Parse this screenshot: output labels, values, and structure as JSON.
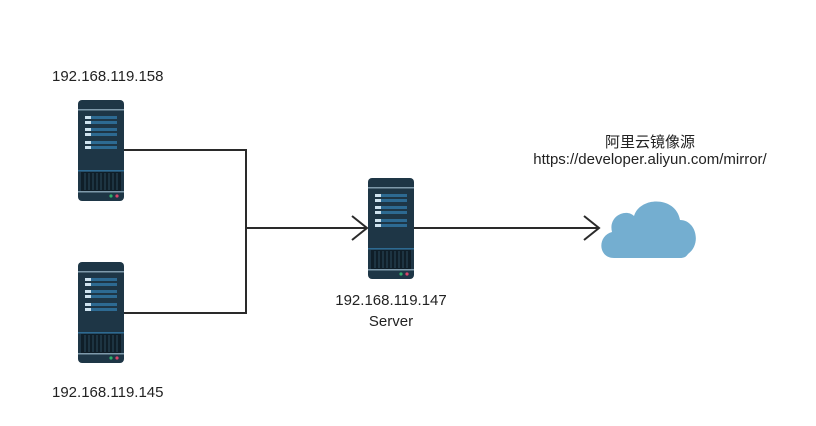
{
  "nodes": {
    "client1": {
      "ip": "192.168.119.158"
    },
    "client2": {
      "ip": "192.168.119.145"
    },
    "server": {
      "ip": "192.168.119.147",
      "role": "Server"
    },
    "mirror": {
      "name": "阿里云镜像源",
      "url": "https://developer.aliyun.com/mirror/"
    }
  },
  "colors": {
    "server_body": "#1e3646",
    "server_bar": "#2d6a92",
    "cloud": "#74aed0",
    "line": "#2a2a2a"
  }
}
